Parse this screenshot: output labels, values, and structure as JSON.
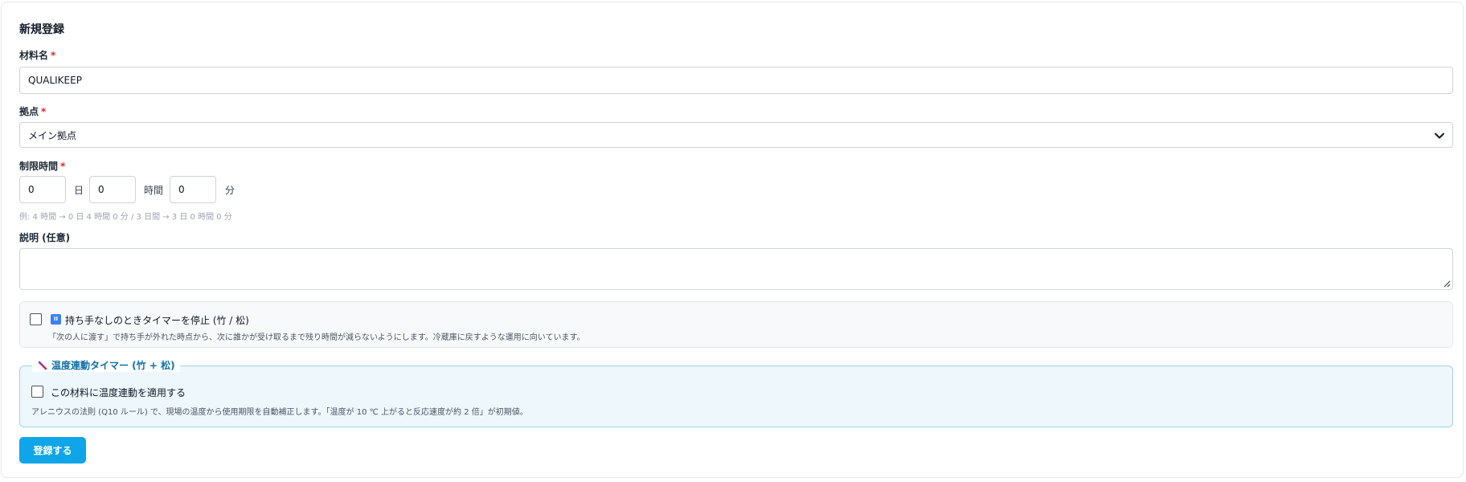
{
  "form": {
    "title": "新規登録",
    "material": {
      "label": "材料名",
      "required_mark": "*",
      "value": "QUALIKEEP"
    },
    "location": {
      "label": "拠点",
      "required_mark": "*",
      "selected": "メイン拠点"
    },
    "time_limit": {
      "label": "制限時間",
      "required_mark": "*",
      "days_value": "0",
      "days_unit": "日",
      "hours_value": "0",
      "hours_unit": "時間",
      "minutes_value": "0",
      "minutes_unit": "分",
      "hint": "例: 4 時間 → 0 日 4 時間 0 分 / 3 日間 → 3 日 0 時間 0 分"
    },
    "description": {
      "label": "説明 (任意)",
      "value": ""
    },
    "pause_timer": {
      "badge": "II",
      "title": "持ち手なしのときタイマーを停止 (竹 / 松)",
      "description": "「次の人に渡す」で持ち手が外れた時点から、次に誰かが受け取るまで残り時間が減らないようにします。冷蔵庫に戻すような運用に向いています。",
      "checked": false
    },
    "temperature": {
      "legend": "温度連動タイマー (竹 + 松)",
      "checkbox_label": "この材料に温度連動を適用する",
      "description": "アレニウスの法則 (Q10 ルール) で、現場の温度から使用期限を自動補正します。「温度が 10 ℃ 上がると反応速度が約 2 倍」が初期値。",
      "checked": false
    },
    "submit_label": "登録する"
  },
  "colors": {
    "accent": "#0ea5e9",
    "required": "#dc2626",
    "legend_text": "#0e6fa8",
    "blue_panel_bg": "#eef7fc",
    "blue_panel_border": "#9fd3e6"
  },
  "icons": {
    "select": "chevron-down-icon",
    "badge": "pause-badge-icon",
    "legend": "thermometer-icon"
  }
}
